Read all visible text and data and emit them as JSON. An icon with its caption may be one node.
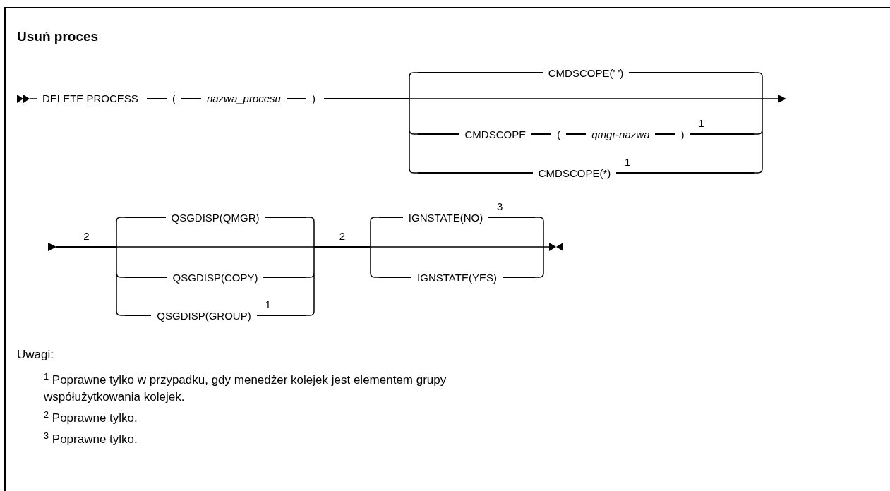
{
  "diagram": {
    "title": "Usuń proces",
    "labels": [
      "DELETE PROCESS",
      "(",
      "nazwa_procesu",
      ")",
      "CMDSCOPE(' ')",
      "CMDSCOPE",
      "(",
      "qmgr-nazwa",
      ")",
      "1",
      "CMDSCOPE(*)",
      "1",
      "2",
      "QSGDISP(QMGR)",
      "QSGDISP(COPY)",
      "QSGDISP(GROUP)",
      "1",
      "2",
      "IGNSTATE(NO)",
      "3",
      "IGNSTATE(YES)",
      "Uwagi:",
      "$^{1}$ Poprawne tylko w przypadku, gdy menedżer kolejek jest elementem grupy współużytkowania kolejek.",
      "$^{2}$ Poprawne tylko.",
      "$^{3}$ Poprawne tylko."
    ]
  }
}
